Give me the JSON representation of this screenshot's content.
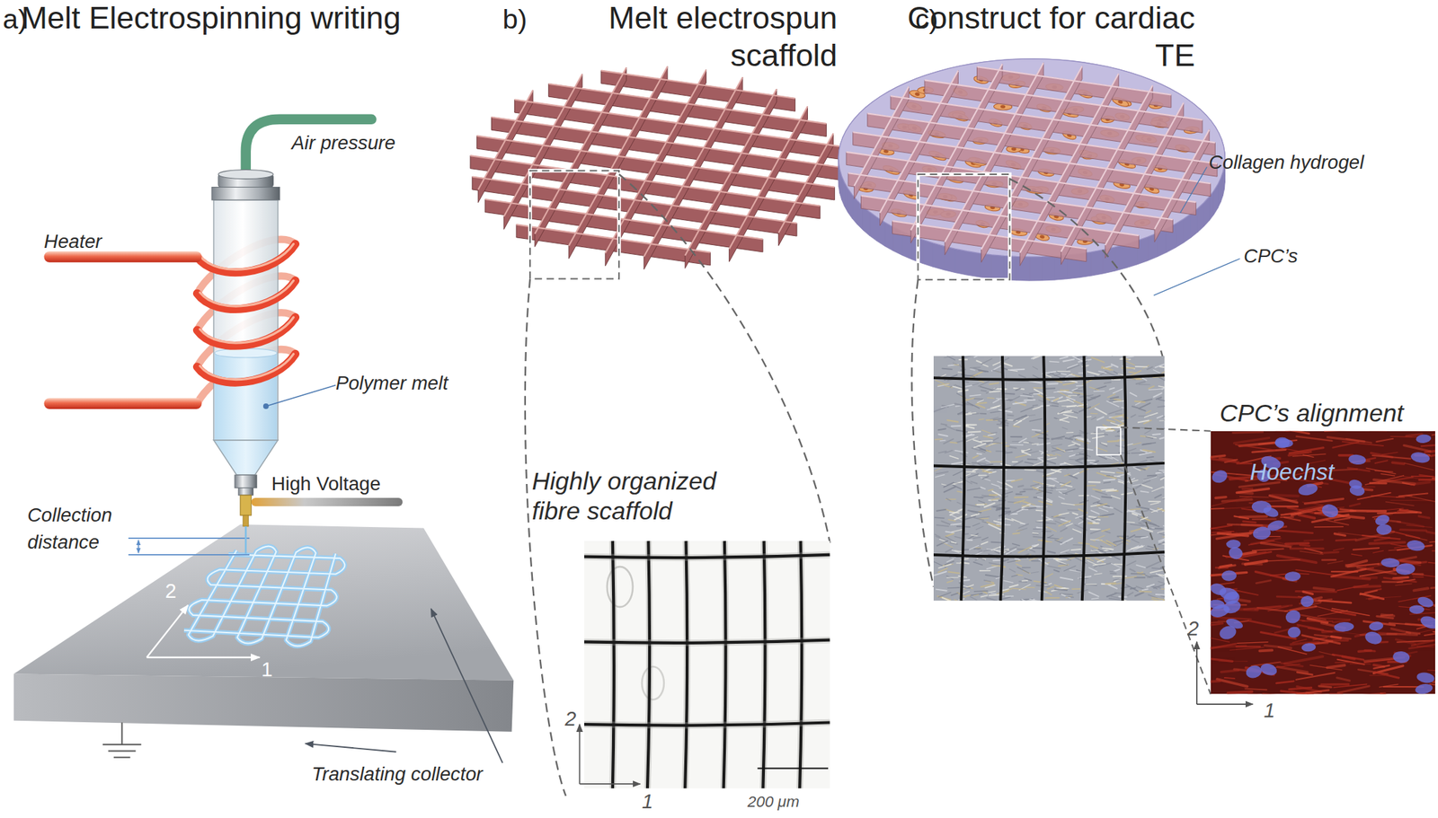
{
  "diagram": {
    "labels": [
      "a)",
      "Melt Electrospinning writing",
      "b)",
      "Melt electrospun scaffold",
      "c)",
      "Construct for cardiac TE",
      "Air pressure",
      "Heater",
      "Polymer melt",
      "High Voltage",
      "Collection distance",
      "2",
      "1",
      "Translating collector",
      "Highly organized fibre scaffold",
      "2",
      "1",
      "200 μm",
      "Collagen hydrogel",
      "CPC’s",
      "CPC’s alignment",
      "Hoechst",
      "2",
      "1"
    ]
  }
}
